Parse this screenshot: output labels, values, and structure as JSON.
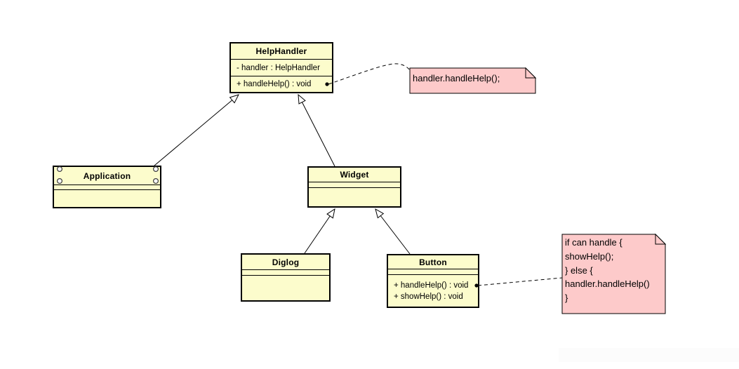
{
  "diagram_type": "uml-class-diagram",
  "classes": [
    {
      "name": "HelpHandler",
      "attributes": [
        "- handler : HelpHandler"
      ],
      "methods": [
        "+ handleHelp() : void"
      ]
    },
    {
      "name": "Application",
      "attributes": [],
      "methods": []
    },
    {
      "name": "Widget",
      "attributes": [],
      "methods": []
    },
    {
      "name": "Diglog",
      "attributes": [],
      "methods": []
    },
    {
      "name": "Button",
      "attributes": [],
      "methods": [
        "+ handleHelp() : void",
        "+ showHelp() : void"
      ]
    }
  ],
  "notes": [
    {
      "lines": [
        "handler.handleHelp();"
      ]
    },
    {
      "lines": [
        "if can handle {",
        "showHelp();",
        "} else {",
        "handler.handleHelp()",
        "}"
      ]
    }
  ],
  "relationships": [
    {
      "type": "generalization",
      "from": "Application",
      "to": "HelpHandler"
    },
    {
      "type": "generalization",
      "from": "Widget",
      "to": "HelpHandler"
    },
    {
      "type": "generalization",
      "from": "Diglog",
      "to": "Widget"
    },
    {
      "type": "generalization",
      "from": "Button",
      "to": "Widget"
    },
    {
      "type": "note-anchor",
      "from": "HelpHandler.handleHelp()",
      "to": "note-1"
    },
    {
      "type": "note-anchor",
      "from": "Button.handleHelp()",
      "to": "note-2"
    }
  ],
  "colors": {
    "background": "#FFFFFF",
    "class_fill": "#FCFCCC",
    "note_fill": "#FDCACA",
    "stroke": "#000000"
  }
}
